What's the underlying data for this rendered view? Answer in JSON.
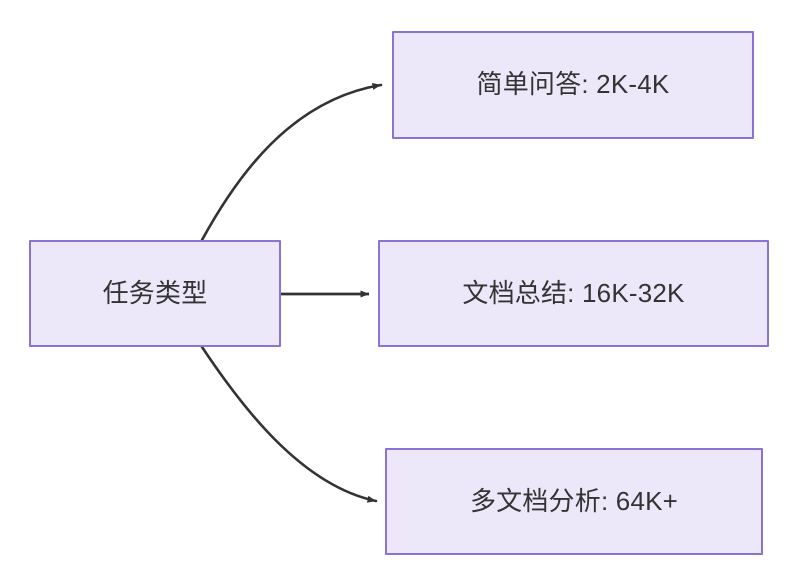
{
  "diagram": {
    "type": "flowchart",
    "direction": "left-to-right",
    "background_color": "#ffffff",
    "node_fill_color": "#ece8fa",
    "node_border_color": "#8c72d4",
    "edge_color": "#333333",
    "text_color": "#333333",
    "nodes": [
      {
        "id": "source",
        "label": "任务类型",
        "role": "root"
      },
      {
        "id": "simple_qa",
        "label": "简单问答: 2K-4K",
        "role": "leaf"
      },
      {
        "id": "doc_summary",
        "label": "文档总结: 16K-32K",
        "role": "leaf"
      },
      {
        "id": "multi_doc",
        "label": "多文档分析: 64K+",
        "role": "leaf"
      }
    ],
    "edges": [
      {
        "id": "edge-source-simple-qa",
        "from": "source",
        "to": "simple_qa",
        "shape": "curved",
        "arrow": "triangle",
        "label": ""
      },
      {
        "id": "edge-source-doc-summary",
        "from": "source",
        "to": "doc_summary",
        "shape": "straight",
        "arrow": "triangle",
        "label": ""
      },
      {
        "id": "edge-source-multi-doc",
        "from": "source",
        "to": "multi_doc",
        "shape": "curved",
        "arrow": "triangle",
        "label": ""
      }
    ]
  }
}
